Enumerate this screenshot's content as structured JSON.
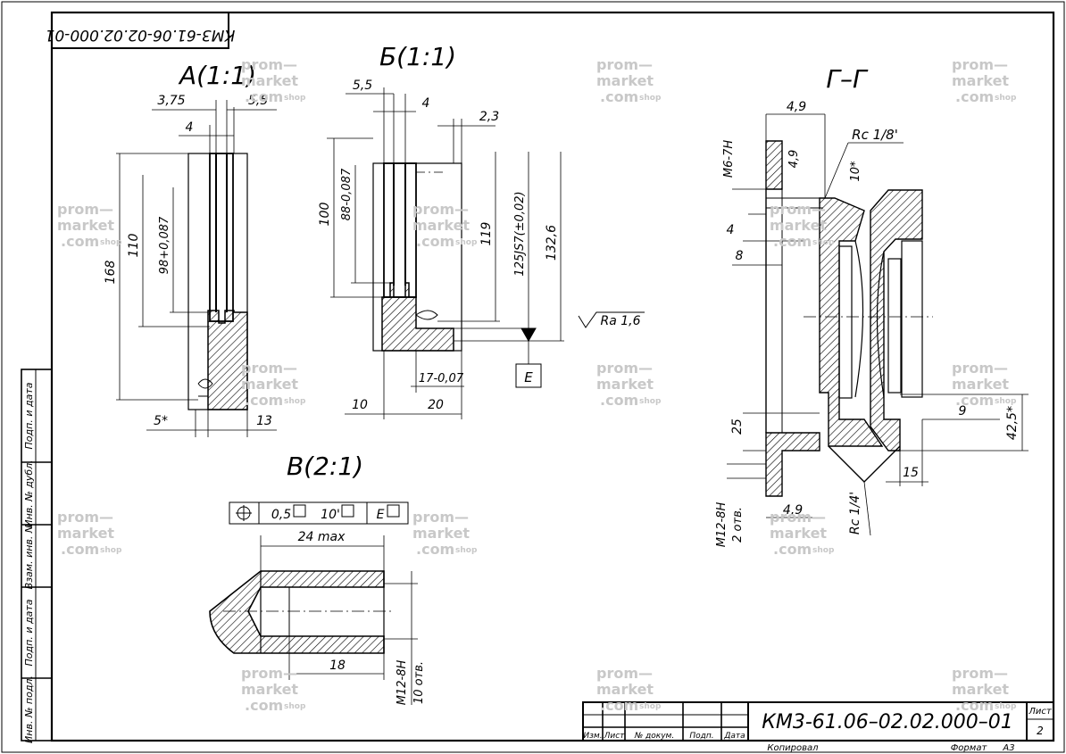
{
  "drawing": {
    "code_stamp": "КМ3-61.06-02.02.000-01",
    "code_title": "КМ3-61.06–02.02.000–01",
    "views": {
      "a": "А(1:1)",
      "b": "Б(1:1)",
      "v": "В(2:1)",
      "gg": "Г–Г"
    },
    "dims_a": [
      "3,75",
      "5,5",
      "4",
      "168",
      "110",
      "98+0,087",
      "5*",
      "13"
    ],
    "dims_b": [
      "5,5",
      "4",
      "2,3",
      "100",
      "88-0,087",
      "119",
      "125JS7(±0,02)",
      "132,6",
      "Ra 1,6",
      "Е",
      "17-0,07",
      "10",
      "20"
    ],
    "dims_v": [
      "0,5",
      "10'",
      "Е",
      "24 max",
      "18",
      "M12-8H",
      "10 отв."
    ],
    "dims_gg": [
      "4,9",
      "Rc 1/8'",
      "M6-7H",
      "4,9",
      "10*",
      "4",
      "8",
      "25",
      "M12-8H",
      "2 отв.",
      "4,9",
      "Rc 1/4'",
      "9",
      "42,5*",
      "15"
    ],
    "side_labels": [
      "Подп. и дата",
      "Инв. № дубл.",
      "Взам. инв. №",
      "Подп. и дата",
      "Инв. № подл."
    ],
    "title_block": {
      "headers": [
        "Изм.",
        "Лист",
        "№ докум.",
        "Подп.",
        "Дата"
      ],
      "sheet_label": "Лист",
      "sheet_number": "2",
      "copied": "Копировал",
      "format_label": "Формат",
      "format_value": "А3"
    },
    "watermark": {
      "line1": "prom—",
      "line2": "market",
      "line3": ".com",
      "tag": "shop"
    }
  }
}
